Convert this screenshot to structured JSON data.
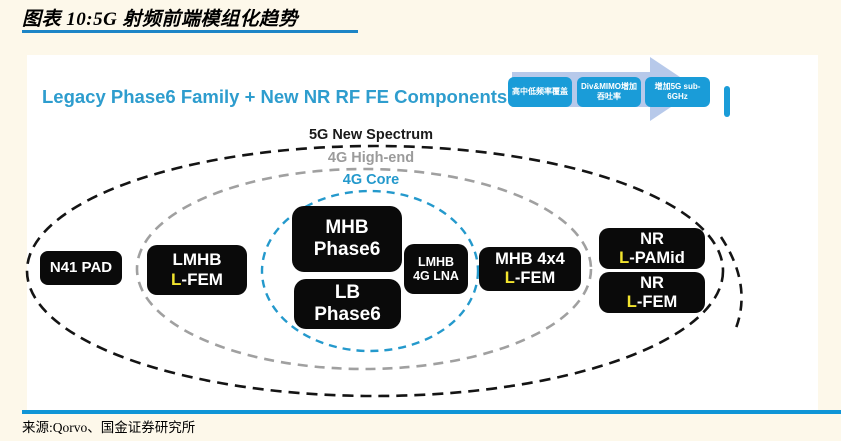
{
  "figure": {
    "title": "图表 10:5G 射频前端模组化趋势",
    "source": "来源:Qorvo、国金证券研究所"
  },
  "diagram": {
    "heading": "Legacy Phase6 Family + New NR RF FE Components",
    "arrow_steps": [
      {
        "label": "高中低频率覆盖"
      },
      {
        "label": "Div&MIMO增加吞吐率"
      },
      {
        "label": "增加5G sub-6GHz"
      }
    ],
    "rings": [
      {
        "label": "5G New Spectrum"
      },
      {
        "label": "4G High-end"
      },
      {
        "label": "4G Core"
      }
    ],
    "components": [
      {
        "name": "n41-pad",
        "line1": "N41 PAD"
      },
      {
        "name": "lmhb-l-fem",
        "line1": "LMHB",
        "line2_highlight": "L",
        "line2_rest": "-FEM"
      },
      {
        "name": "mhb-phase6",
        "line1": "MHB",
        "line2_highlight": "",
        "line2_rest": "Phase6"
      },
      {
        "name": "lb-phase6",
        "line1": "LB",
        "line2_highlight": "",
        "line2_rest": "Phase6"
      },
      {
        "name": "lmhb-4g-lna",
        "line1": "LMHB",
        "line2_highlight": "",
        "line2_rest": "4G LNA"
      },
      {
        "name": "mhb-4x4-l-fem",
        "line1": "MHB 4x4",
        "line2_highlight": "L",
        "line2_rest": "-FEM"
      },
      {
        "name": "nr-l-pamid",
        "line1": "NR",
        "line2_highlight": "L",
        "line2_rest": "-PAMid"
      },
      {
        "name": "nr-l-fem",
        "line1": "NR",
        "line2_highlight": "L",
        "line2_rest": "-FEM"
      }
    ]
  },
  "colors": {
    "page_cream": "#fdf8ea",
    "rule_blue": "#1095d6",
    "heading_teal": "#2e9dce",
    "step_box_blue": "#1a9cd8",
    "arrow_lavender": "#b7c9ea",
    "ring_black": "#141414",
    "ring_gray": "#a0a0a0",
    "ring_blue": "#2499cc",
    "box_black": "#0a0a0a",
    "highlight_yellow": "#f2e42e"
  }
}
